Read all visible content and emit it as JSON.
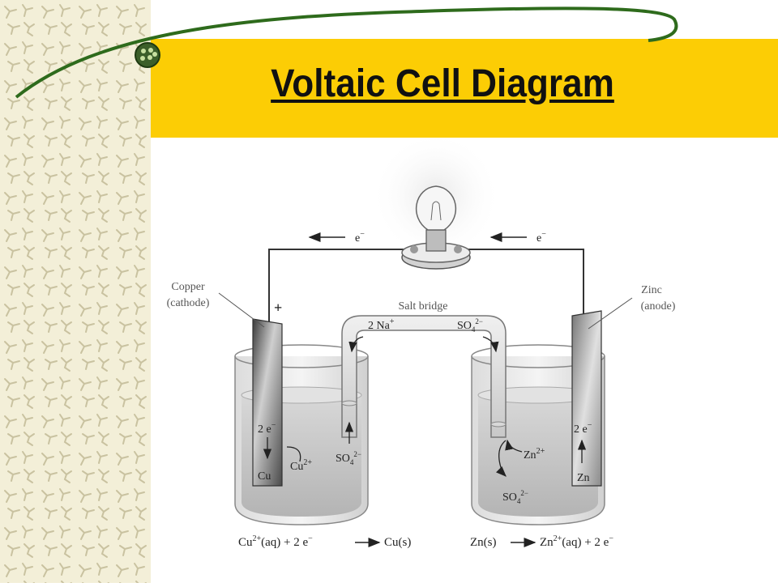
{
  "slide": {
    "title": "Voltaic Cell Diagram"
  },
  "diagram": {
    "electron_label_left": "e",
    "electron_label_right": "e",
    "electron_superscript": "−",
    "salt_bridge_label": "Salt bridge",
    "sodium_label": "2 Na",
    "sodium_charge": "+",
    "sulfate_bridge_label": "SO",
    "sulfate_sub": "4",
    "sulfate_charge": "2−",
    "cathode_name": "Copper",
    "cathode_role": "(cathode)",
    "anode_name": "Zinc",
    "anode_role": "(anode)",
    "plus_sign": "+",
    "cathode_electrons": "2 e",
    "copper_ion": "Cu",
    "copper_ion_charge": "2+",
    "copper_metal": "Cu",
    "left_sulfate": "SO",
    "anode_electrons": "2 e",
    "zinc_ion": "Zn",
    "zinc_ion_charge": "2+",
    "zinc_metal": "Zn",
    "right_sulfate": "SO",
    "cathode_eq_reactant": "Cu",
    "cathode_eq_charge": "2+",
    "cathode_eq_state": "(aq) + 2 e",
    "cathode_eq_product": "Cu(s)",
    "anode_eq_reactant": "Zn(s)",
    "anode_eq_product": "Zn",
    "anode_eq_charge": "2+",
    "anode_eq_state": "(aq) + 2 e"
  },
  "colors": {
    "title_band": "#fccd05",
    "swoosh": "#2e6b1c",
    "pattern_bg": "#f3efd8",
    "pattern_mark": "#c9c2a0"
  }
}
